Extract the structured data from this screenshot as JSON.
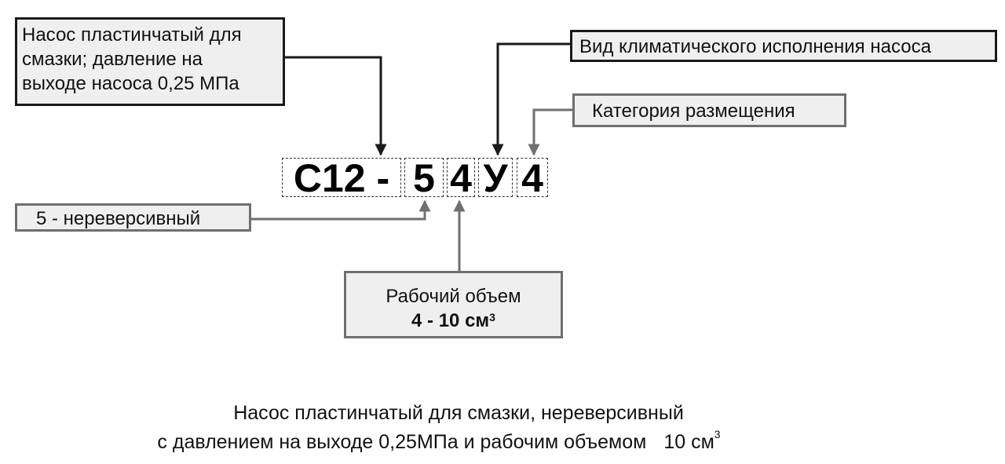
{
  "designation": {
    "model": "С12 -",
    "reversibility_digit": "5",
    "volume_digit": "4",
    "climate_letter": "У",
    "category_digit": "4"
  },
  "callouts": {
    "description": [
      "Насос пластинчатый  для",
      "смазки; давление на",
      "выходе насоса 0,25 МПа"
    ],
    "climate": "Вид климатического исполнения насоса",
    "category": "Категория размещения",
    "reversibility": "5 - нереверсивный",
    "volume_title": "Рабочий объем",
    "volume_range": "4 - 10 см",
    "volume_unit_power": "3"
  },
  "summary": {
    "line1": "Насос пластинчатый для смазки, нереверсивный",
    "line2_text": "с давлением на выходе 0,25МПа и рабочим объемом",
    "line2_value": "10 см",
    "line2_power": "3"
  }
}
